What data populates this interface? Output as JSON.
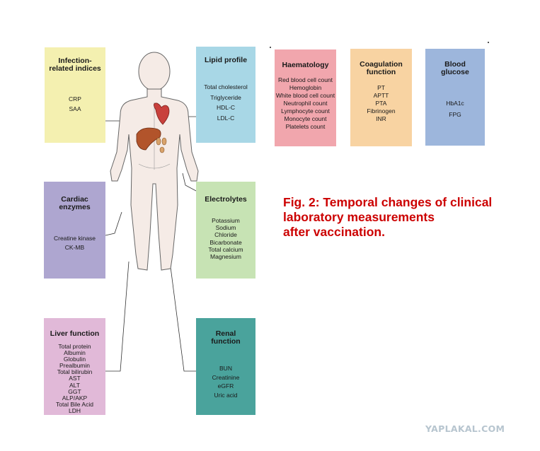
{
  "boxes": {
    "infection": {
      "title": "Infection-related indices",
      "items": [
        "CRP",
        "SAA"
      ]
    },
    "lipid": {
      "title": "Lipid profile",
      "items": [
        "Total cholesterol",
        "Triglyceride",
        "HDL-C",
        "LDL-C"
      ]
    },
    "haematology": {
      "title": "Haematology",
      "items": [
        "Red blood cell count",
        "Hemoglobin",
        "White blood cell count",
        "Neutrophil count",
        "Lymphocyte count",
        "Monocyte count",
        "Platelets count"
      ]
    },
    "coagulation": {
      "title": "Coagulation function",
      "items": [
        "PT",
        "APTT",
        "PTA",
        "Fibrinogen",
        "INR"
      ]
    },
    "glucose": {
      "title": "Blood glucose",
      "items": [
        "HbA1c",
        "FPG"
      ]
    },
    "cardiac": {
      "title": "Cardiac enzymes",
      "items": [
        "Creatine kinase",
        "CK-MB"
      ]
    },
    "electrolytes": {
      "title": "Electrolytes",
      "items": [
        "Potassium",
        "Sodium",
        "Chloride",
        "Bicarbonate",
        "Total calcium",
        "Magnesium"
      ]
    },
    "liver": {
      "title": "Liver function",
      "items": [
        "Total protein",
        "Albumin",
        "Globulin",
        "Prealbumin",
        "Total bilirubin",
        "AST",
        "ALT",
        "GGT",
        "ALP/AKP",
        "Total Bile Acid",
        "LDH"
      ]
    },
    "renal": {
      "title": "Renal function",
      "items": [
        "BUN",
        "Creatinine",
        "eGFR",
        "Uric acid"
      ]
    }
  },
  "caption": {
    "line1": "Fig. 2: Temporal changes of clinical",
    "line2": "laboratory measurements",
    "line3": "after vaccination."
  },
  "watermark": "YAPLAKAL.COM",
  "colors": {
    "infection": "#f4f0b0",
    "lipid": "#a8d7e6",
    "haematology": "#f1a6ad",
    "coagulation": "#f8d3a2",
    "glucose": "#9db6dc",
    "cardiac": "#aea6d0",
    "electrolytes": "#c7e3b4",
    "liver": "#e1b9d8",
    "renal": "#4aa39c",
    "caption": "#cc0000",
    "watermark": "#b7c5cf"
  },
  "illustration": "human-body-with-organs"
}
